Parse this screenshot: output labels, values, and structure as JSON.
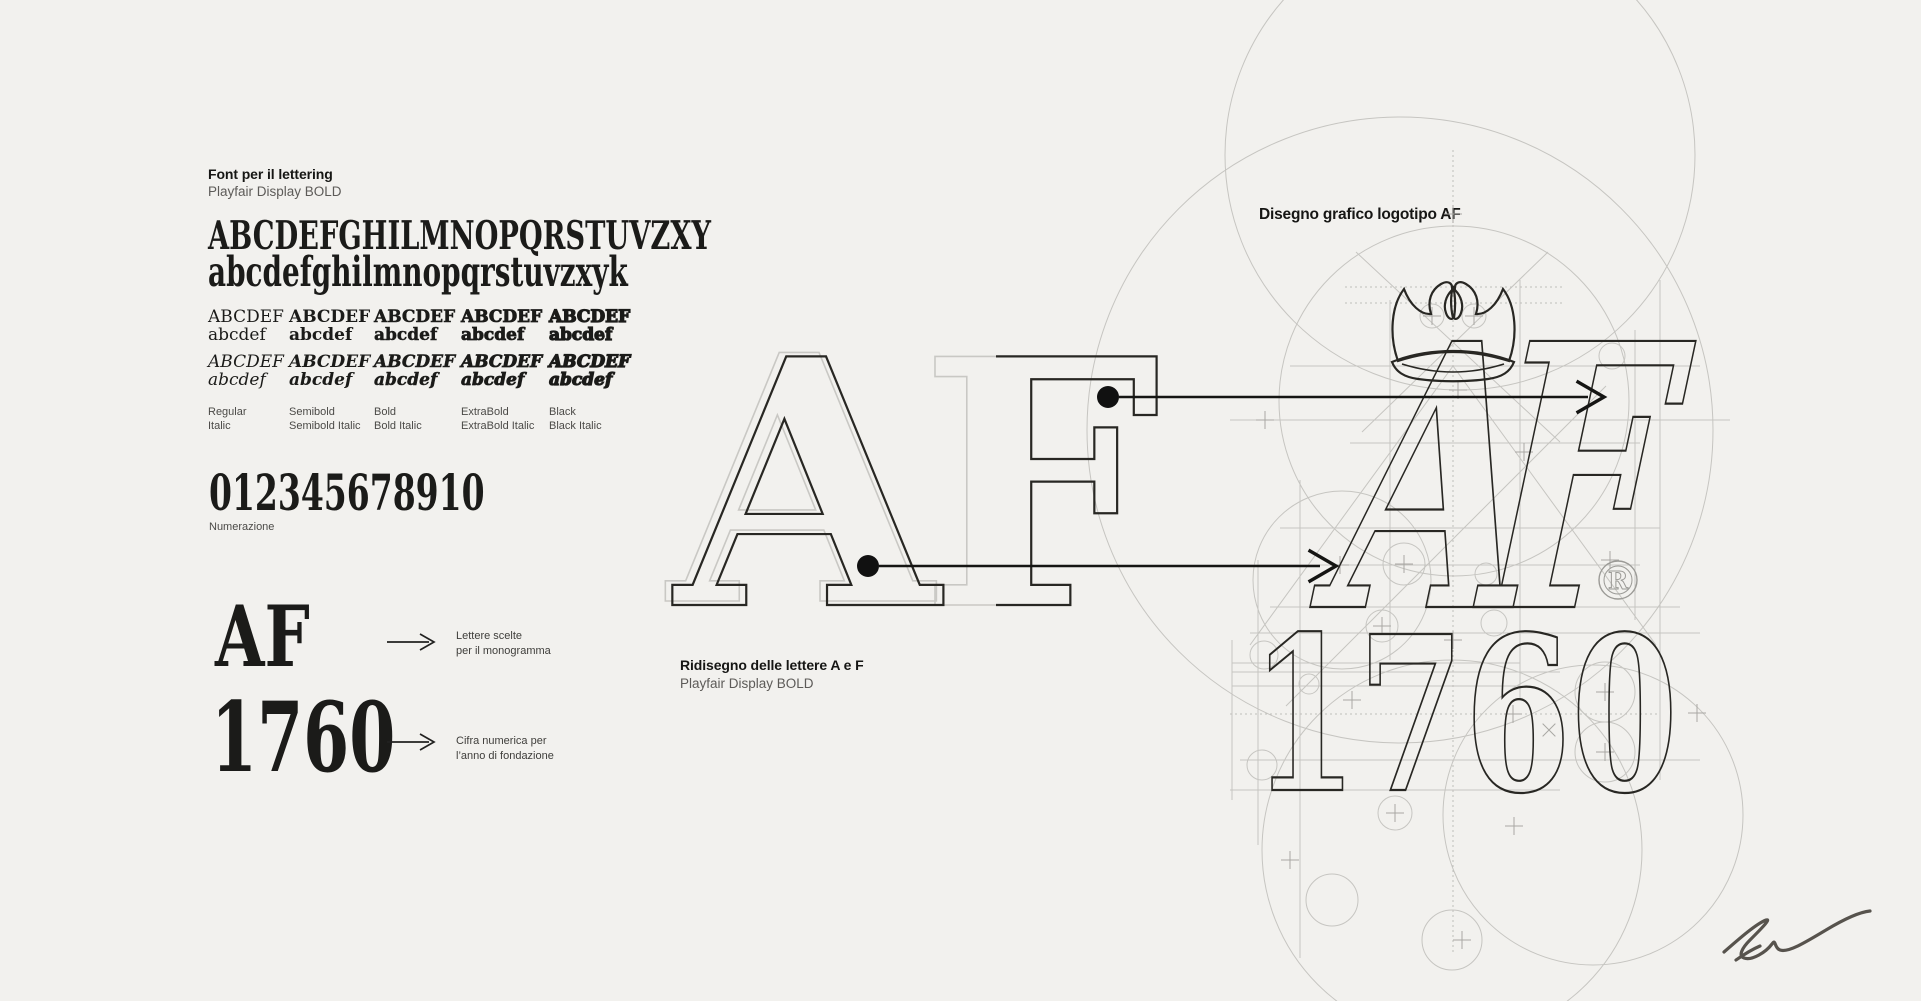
{
  "page": {
    "background": "#f2f1ee",
    "ink": "#1b1b19",
    "muted": "#5d5b58",
    "guide_line": "#c6c5c1"
  },
  "font_section": {
    "title": "Font per il lettering",
    "subtitle": "Playfair Display BOLD",
    "uppercase": "ABCDEFGHILMNOPQRSTUVZXY",
    "lowercase": "abcdefghilmnopqrstuvzxyk",
    "sample_upper": "ABCDEF",
    "sample_lower": "abcdef",
    "weights": [
      {
        "label_roman": "Regular",
        "label_italic": "Italic"
      },
      {
        "label_roman": "Semibold",
        "label_italic": "Semibold Italic"
      },
      {
        "label_roman": "Bold",
        "label_italic": "Bold Italic"
      },
      {
        "label_roman": "ExtraBold",
        "label_italic": "ExtraBold Italic"
      },
      {
        "label_roman": "Black",
        "label_italic": "Black Italic"
      }
    ],
    "numbers": "012345678910",
    "numbers_label": "Numerazione"
  },
  "monogram_section": {
    "letters": "AF",
    "letters_note": [
      "Lettere scelte",
      "per il monogramma"
    ],
    "year": "1760",
    "year_note": [
      "Cifra numerica per",
      "l’anno di fondazione"
    ]
  },
  "redesign_section": {
    "title": "Ridisegno delle lettere A e F",
    "subtitle": "Playfair Display BOLD",
    "letter_a": "A",
    "letter_f": "F"
  },
  "logo_section": {
    "title": "Disegno grafico logotipo AF",
    "monogram": "AF",
    "year": "1760",
    "registered_mark": "R"
  }
}
